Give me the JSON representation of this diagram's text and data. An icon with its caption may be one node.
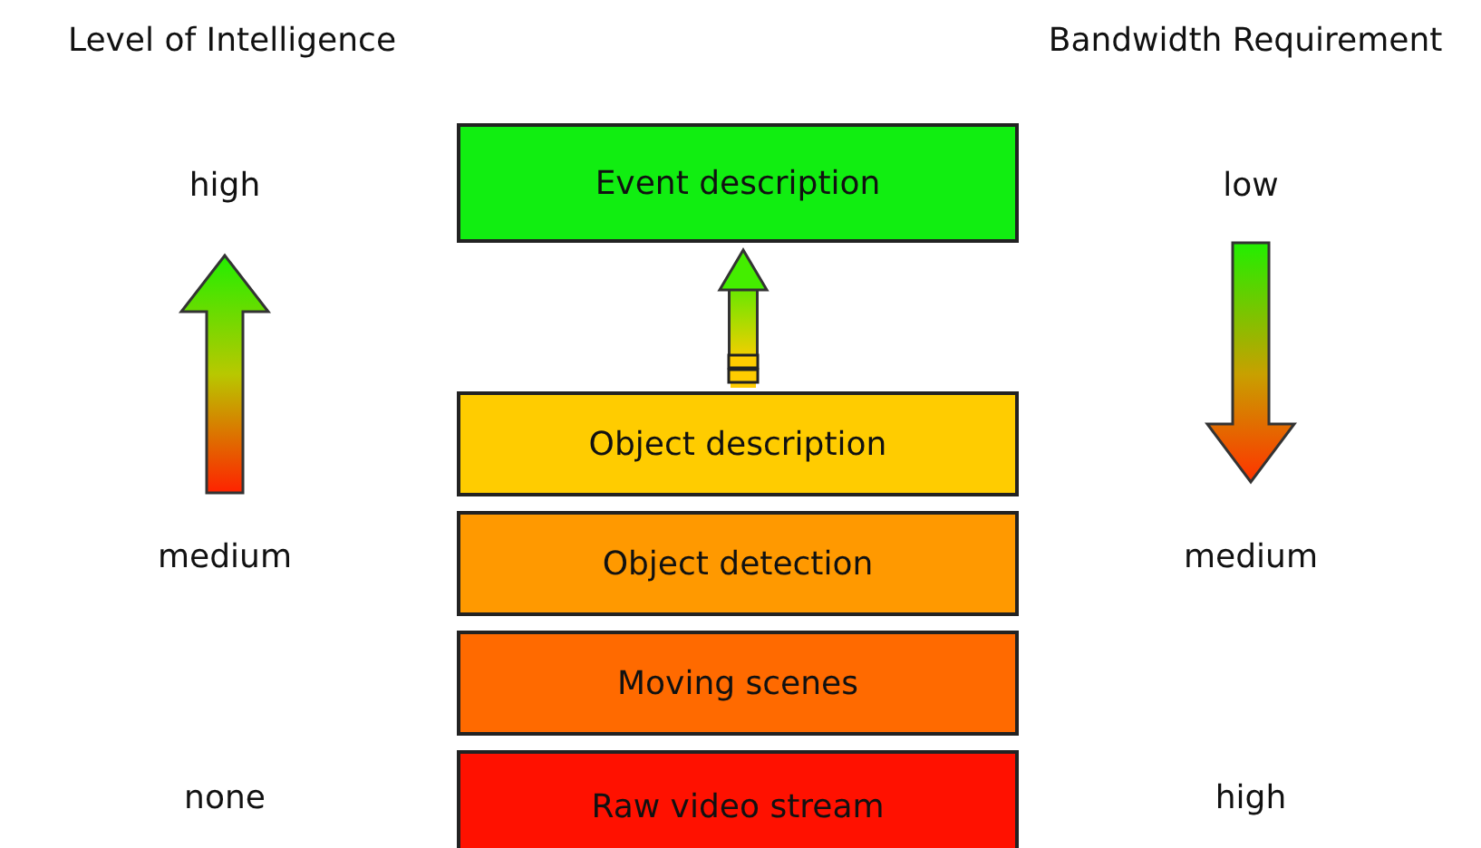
{
  "diagram": {
    "nodes": [
      {
        "text": [
          "Event description"
        ]
      },
      {
        "text": [
          "Object description"
        ]
      },
      {
        "text": [
          "Object detection"
        ]
      },
      {
        "text": [
          "Moving scenes"
        ]
      },
      {
        "text": [
          "Raw video stream"
        ]
      }
    ],
    "edges": [
      {
        "from": 1,
        "to": 0,
        "arrow": "to",
        "style": "thick"
      }
    ],
    "labels": [
      "Level of Intelligence",
      "Bandwidth Requirement",
      "high",
      "low",
      "medium",
      "medium",
      "none",
      "high"
    ]
  }
}
